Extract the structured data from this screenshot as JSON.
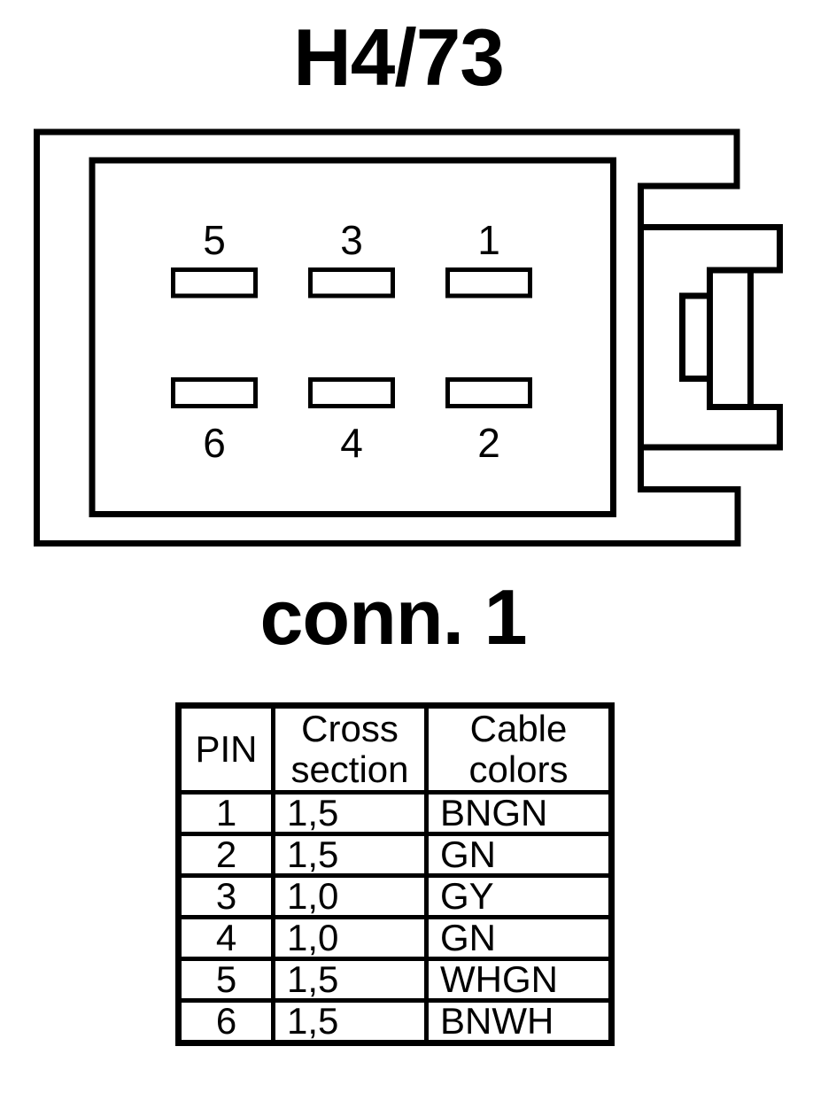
{
  "colors": {
    "ink": "#000000",
    "paper": "#ffffff"
  },
  "title": "H4/73",
  "connector": {
    "label": "conn. 1",
    "pins_top": [
      "5",
      "3",
      "1"
    ],
    "pins_bottom": [
      "6",
      "4",
      "2"
    ]
  },
  "pin_table": {
    "headers": {
      "pin": "PIN",
      "cross_section_line1": "Cross",
      "cross_section_line2": "section",
      "cable_colors_line1": "Cable",
      "cable_colors_line2": "colors"
    },
    "rows": [
      {
        "pin": "1",
        "cross_section": "1,5",
        "cable_color": "BNGN"
      },
      {
        "pin": "2",
        "cross_section": "1,5",
        "cable_color": "GN"
      },
      {
        "pin": "3",
        "cross_section": "1,0",
        "cable_color": "GY"
      },
      {
        "pin": "4",
        "cross_section": "1,0",
        "cable_color": "GN"
      },
      {
        "pin": "5",
        "cross_section": "1,5",
        "cable_color": "WHGN"
      },
      {
        "pin": "6",
        "cross_section": "1,5",
        "cable_color": "BNWH"
      }
    ]
  }
}
